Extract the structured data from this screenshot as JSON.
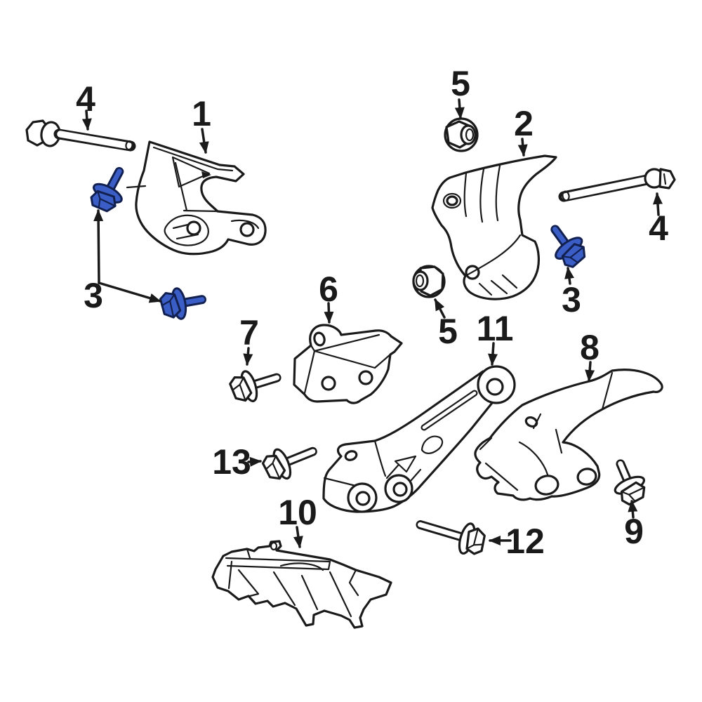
{
  "diagram": {
    "colors": {
      "background": "#ffffff",
      "line": "#1a1a1a",
      "highlight": "#3b5ec6",
      "highlight_outline": "#122050"
    },
    "callouts": [
      {
        "label": "4"
      },
      {
        "label": "1"
      },
      {
        "label": "5"
      },
      {
        "label": "2"
      },
      {
        "label": "4"
      },
      {
        "label": "3"
      },
      {
        "label": "3"
      },
      {
        "label": "5"
      },
      {
        "label": "6"
      },
      {
        "label": "7"
      },
      {
        "label": "11"
      },
      {
        "label": "8"
      },
      {
        "label": "13"
      },
      {
        "label": "9"
      },
      {
        "label": "10"
      },
      {
        "label": "12"
      }
    ]
  }
}
